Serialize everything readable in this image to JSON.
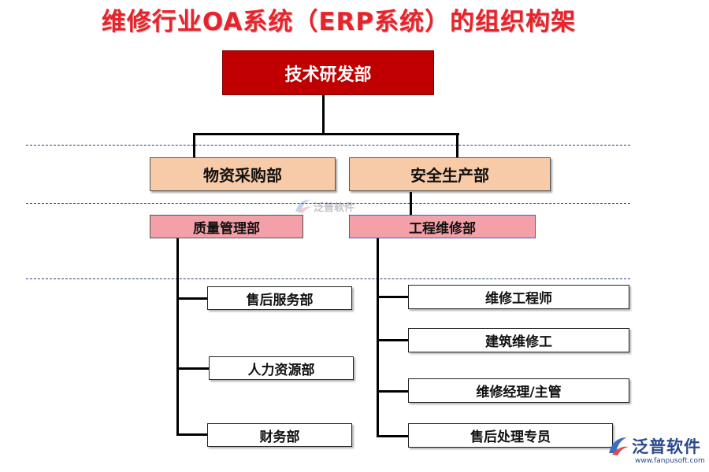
{
  "title": "维修行业OA系统（ERP系统）的组织构架",
  "org": {
    "top": "技术研发部",
    "level2": [
      "物资采购部",
      "安全生产部"
    ],
    "level3": [
      "质量管理部",
      "工程维修部"
    ],
    "left_branch": [
      "售后服务部",
      "人力资源部",
      "财务部"
    ],
    "right_branch": [
      "维修工程师",
      "建筑维修工",
      "维修经理/主管",
      "售后处理专员"
    ]
  },
  "watermark": {
    "center_text": "泛普软件",
    "brand_name": "泛普软件",
    "brand_url": "www.fanpusoft.com"
  },
  "colors": {
    "title": "#e5242b",
    "top_box": "#c00000",
    "level2_box": "#f8cba8",
    "level3_box": "#f4a0a8",
    "brand": "#2a4a8c"
  }
}
